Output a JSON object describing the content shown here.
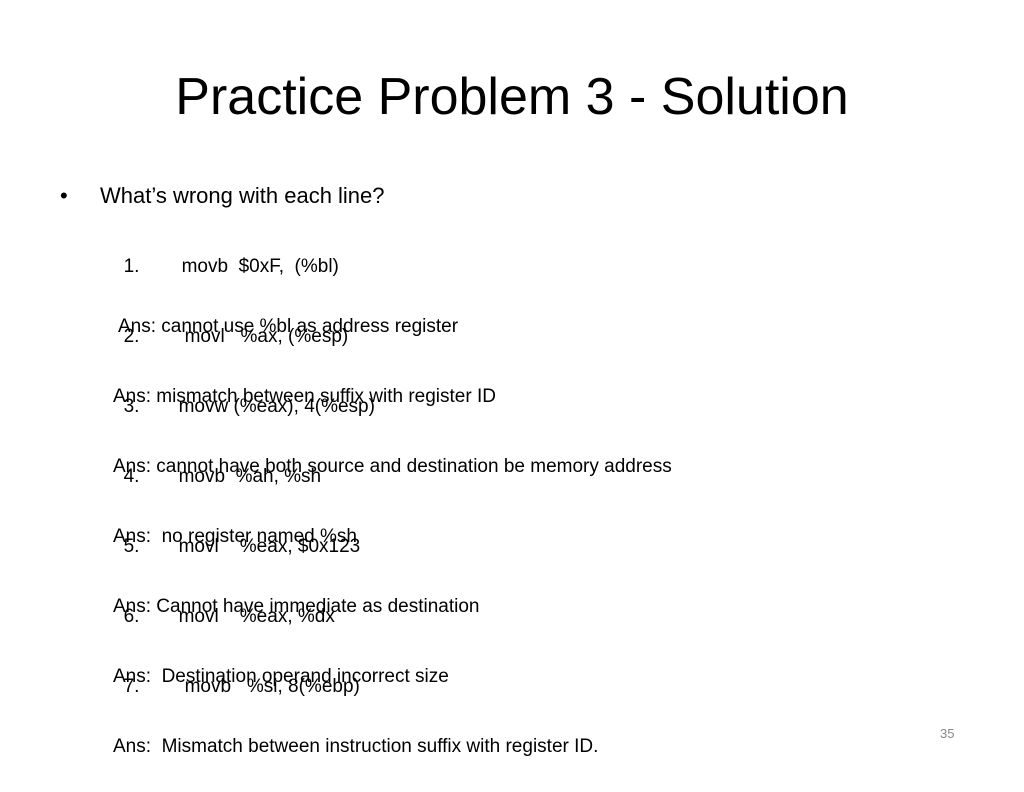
{
  "slide": {
    "title": "Practice Problem 3 - Solution",
    "bullet": {
      "symbol": "•",
      "text": "What’s wrong with each line?"
    },
    "problems": [
      {
        "number": "1.",
        "code": "movb  $0xF,  (%bl)",
        "answer": "Ans: cannot use %bl as address register"
      },
      {
        "number": "2.",
        "code": "movl   %ax, (%esp)",
        "answer": "Ans: mismatch between suffix with register ID"
      },
      {
        "number": "3.",
        "code": "movw (%eax), 4(%esp)",
        "answer": "Ans: cannot have both source and destination be memory address"
      },
      {
        "number": "4.",
        "code": "movb  %ah, %sh",
        "answer": "Ans:  no register named %sh"
      },
      {
        "number": "5.",
        "code": "movl    %eax, $0x123",
        "answer": "Ans: Cannot have immediate as destination"
      },
      {
        "number": "6.",
        "code": "movl    %eax, %dx",
        "answer": "Ans:  Destination operand incorrect size"
      },
      {
        "number": "7.",
        "code": "movb   %si, 8(%ebp)",
        "answer": "Ans:  Mismatch between instruction suffix with register ID."
      }
    ],
    "page_number": "35"
  }
}
